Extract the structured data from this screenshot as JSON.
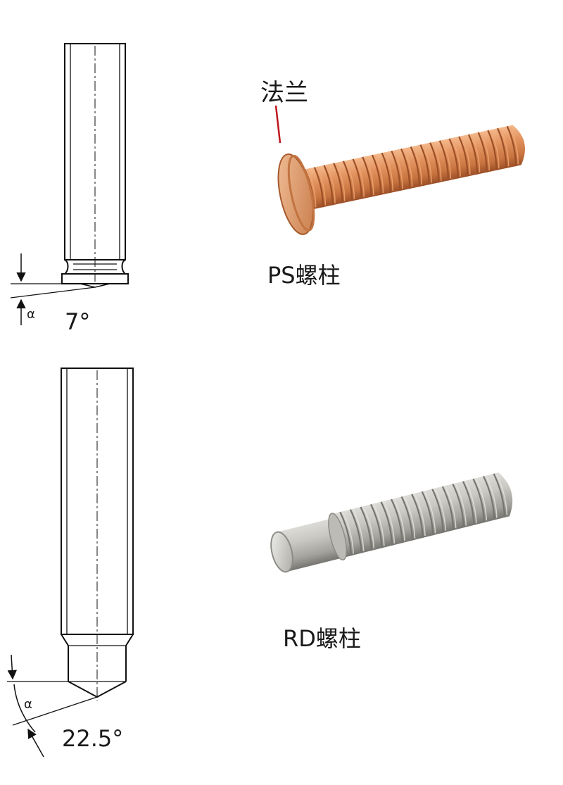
{
  "labels": {
    "flange": "法兰",
    "ps_stud": "PS螺柱",
    "rd_stud": "RD螺柱",
    "angle_symbol": "α",
    "ps_angle": "7°",
    "rd_angle": "22.5°"
  },
  "colors": {
    "line": "#111111",
    "leader": "#c0151c",
    "copper_light": "#f0a874",
    "copper_mid": "#d8834e",
    "copper_dark": "#9c4f27",
    "steel_light": "#e4e4e2",
    "steel_mid": "#b9b8b3",
    "steel_dark": "#76756f"
  }
}
